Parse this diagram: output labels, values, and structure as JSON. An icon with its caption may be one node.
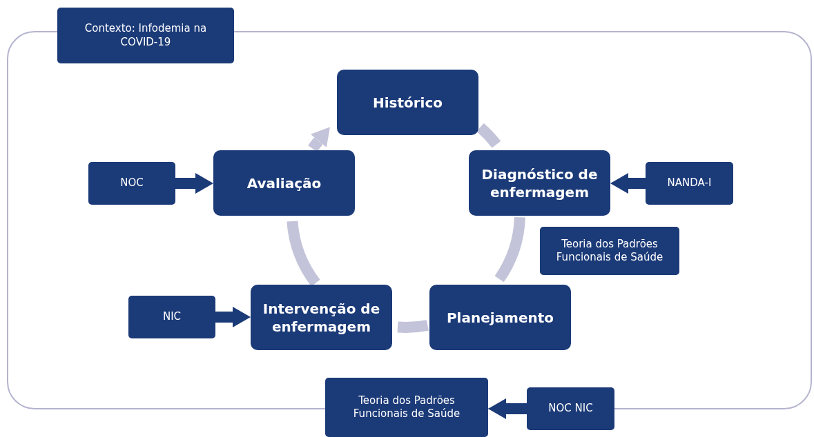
{
  "diagram": {
    "nodes": [
      {
        "text": [
          "Contexto: Infodemia na COVID-19"
        ]
      },
      {
        "text": [
          "Histórico"
        ]
      },
      {
        "text": [
          "Diagnóstico de enfermagem"
        ]
      },
      {
        "text": [
          "Planejamento"
        ]
      },
      {
        "text": [
          "Intervenção de enfermagem"
        ]
      },
      {
        "text": [
          "Avaliação"
        ]
      },
      {
        "text": [
          "NOC"
        ]
      },
      {
        "text": [
          "NANDA-I"
        ]
      },
      {
        "text": [
          "Teoria dos Padrões Funcionais de Saúde"
        ]
      },
      {
        "text": [
          "NIC"
        ]
      },
      {
        "text": [
          "Teoria dos Padrões Funcionais de Saúde"
        ]
      },
      {
        "text": [
          "NOC NIC"
        ]
      }
    ],
    "edges": [
      {
        "from": 1,
        "to": 2,
        "arrow": "none"
      },
      {
        "from": 2,
        "to": 3,
        "arrow": "none"
      },
      {
        "from": 3,
        "to": 4,
        "arrow": "none"
      },
      {
        "from": 4,
        "to": 5,
        "arrow": "none"
      },
      {
        "from": 5,
        "to": 1,
        "arrow": "to"
      },
      {
        "from": 6,
        "to": 5,
        "arrow": "to",
        "color": "#1b3a78"
      },
      {
        "from": 7,
        "to": 2,
        "arrow": "to",
        "color": "#1b3a78"
      },
      {
        "from": 9,
        "to": 4,
        "arrow": "to",
        "color": "#1b3a78"
      },
      {
        "from": 11,
        "to": 10,
        "arrow": "to",
        "color": "#1b3a78"
      }
    ]
  }
}
